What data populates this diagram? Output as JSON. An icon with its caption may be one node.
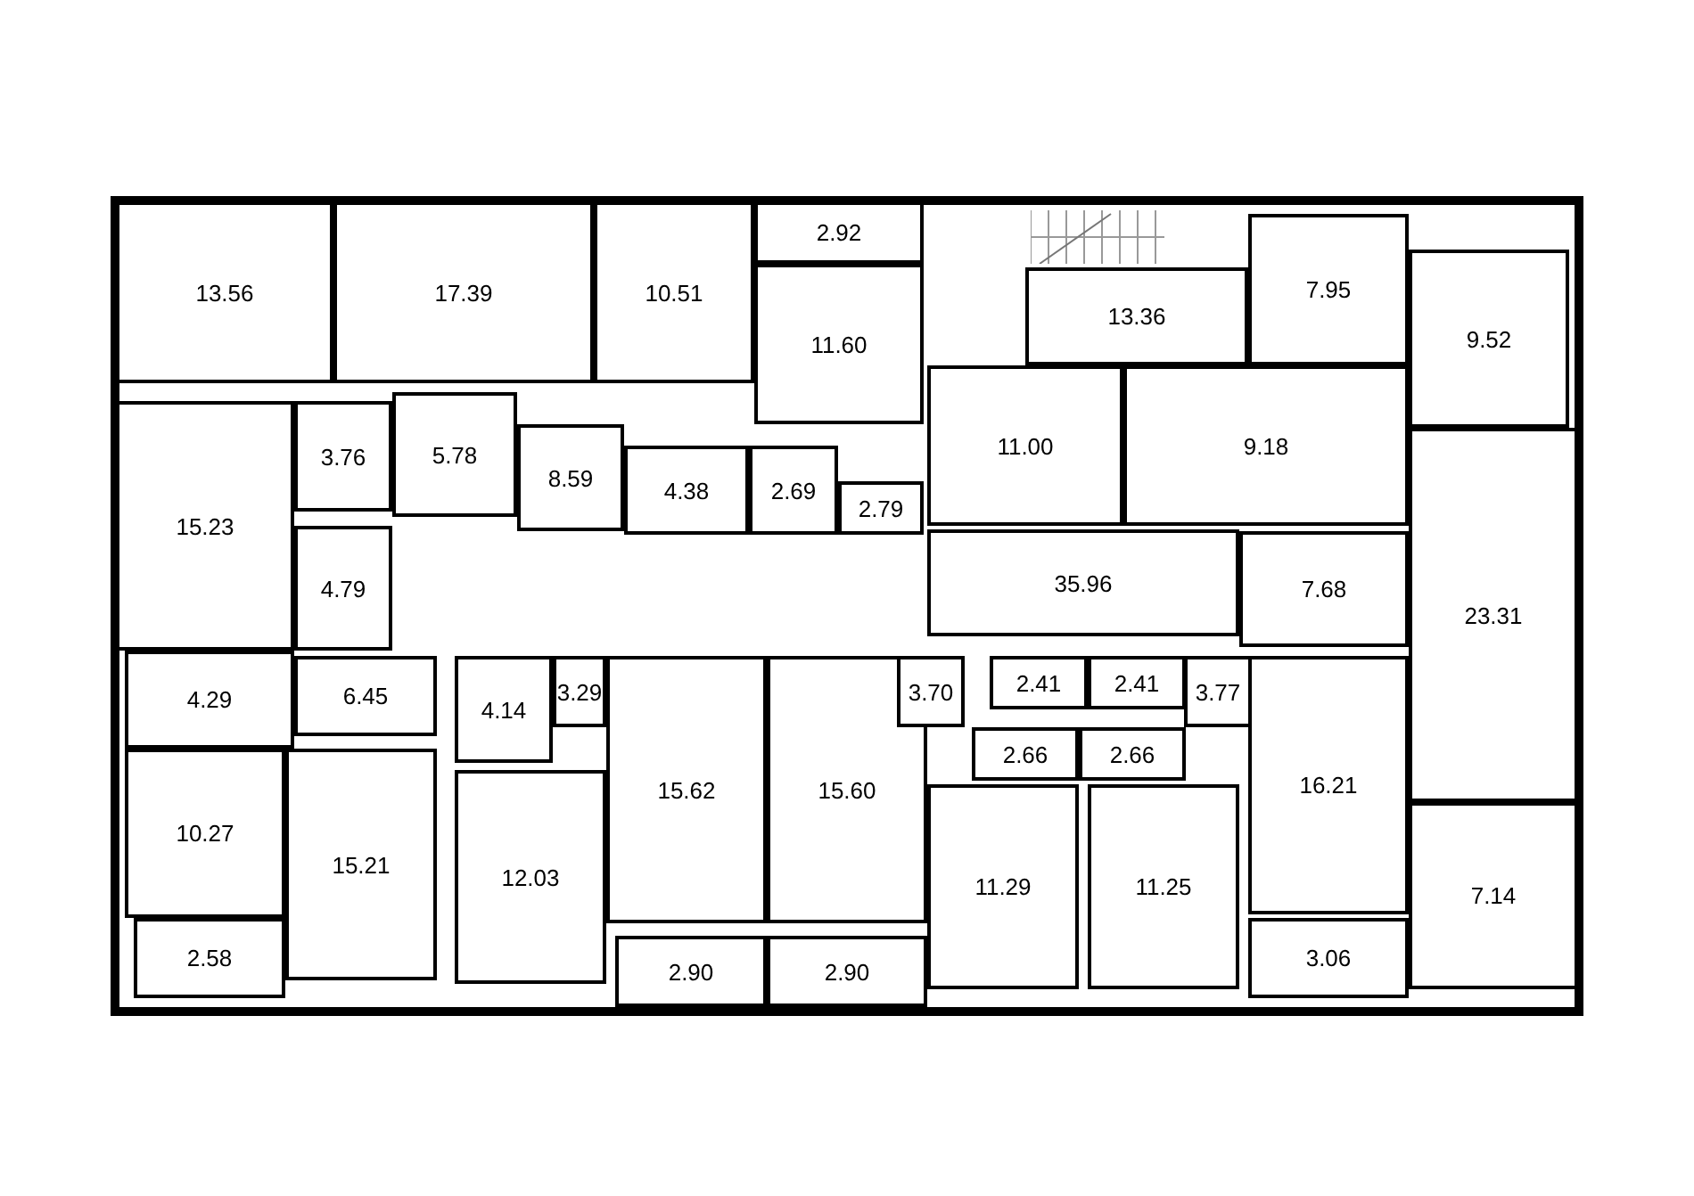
{
  "diagram": {
    "nodes": [
      {
        "text": [
          "13.56"
        ]
      },
      {
        "text": [
          "17.39"
        ]
      },
      {
        "text": [
          "10.51"
        ]
      },
      {
        "text": [
          "2.92"
        ]
      },
      {
        "text": [
          "11.60"
        ]
      },
      {
        "text": [
          "15.23"
        ]
      },
      {
        "text": [
          "3.76"
        ]
      },
      {
        "text": [
          "5.78"
        ]
      },
      {
        "text": [
          "8.59"
        ]
      },
      {
        "text": [
          "4.38"
        ]
      },
      {
        "text": [
          "2.69"
        ]
      },
      {
        "text": [
          "2.79"
        ]
      },
      {
        "text": [
          "4.79"
        ]
      },
      {
        "text": [
          "6.45"
        ]
      },
      {
        "text": [
          "4.29"
        ]
      },
      {
        "text": [
          "10.27"
        ]
      },
      {
        "text": [
          "15.21"
        ]
      },
      {
        "text": [
          "4.14"
        ]
      },
      {
        "text": [
          "3.29"
        ]
      },
      {
        "text": [
          "12.03"
        ]
      },
      {
        "text": [
          "15.62"
        ]
      },
      {
        "text": [
          "15.60"
        ]
      },
      {
        "text": [
          "2.58"
        ]
      },
      {
        "text": [
          "2.90"
        ]
      },
      {
        "text": [
          "2.90"
        ]
      },
      {
        "text": [
          "13.36"
        ]
      },
      {
        "text": [
          "7.95"
        ]
      },
      {
        "text": [
          "9.52"
        ]
      },
      {
        "text": [
          "11.00"
        ]
      },
      {
        "text": [
          "9.18"
        ]
      },
      {
        "text": [
          "35.96"
        ]
      },
      {
        "text": [
          "7.68"
        ]
      },
      {
        "text": [
          "23.31"
        ]
      },
      {
        "text": [
          "3.70"
        ]
      },
      {
        "text": [
          "2.41"
        ]
      },
      {
        "text": [
          "2.41"
        ]
      },
      {
        "text": [
          "3.77"
        ]
      },
      {
        "text": [
          "2.66"
        ]
      },
      {
        "text": [
          "2.66"
        ]
      },
      {
        "text": [
          "11.29"
        ]
      },
      {
        "text": [
          "11.25"
        ]
      },
      {
        "text": [
          "16.21"
        ]
      },
      {
        "text": [
          "7.14"
        ]
      },
      {
        "text": [
          "3.06"
        ]
      }
    ]
  }
}
